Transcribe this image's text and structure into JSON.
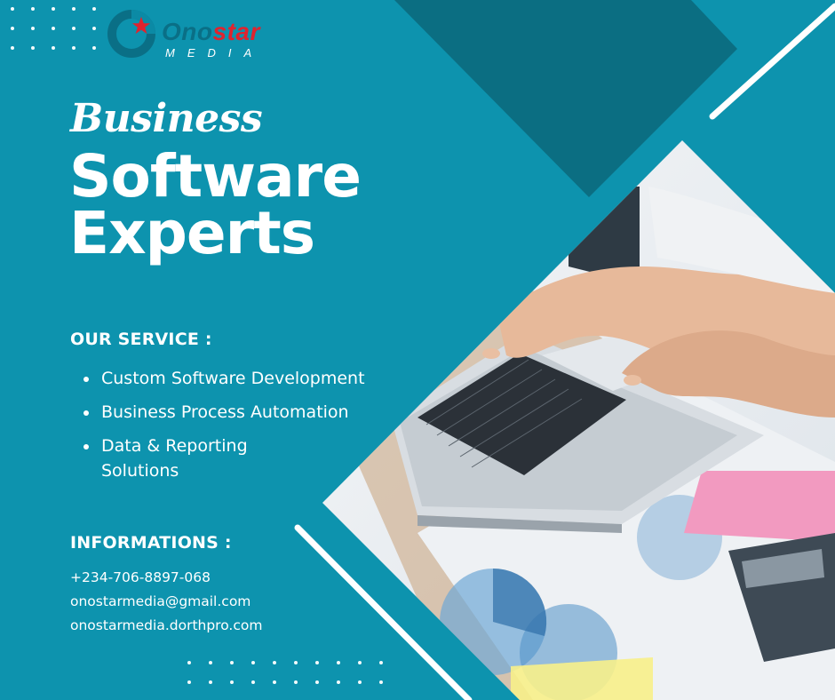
{
  "logo": {
    "brand_part1": "Ono",
    "brand_part2": "star",
    "sub": "MEDIA",
    "icons": [
      "star-icon",
      "ring-icon"
    ]
  },
  "headline": {
    "script": "Business",
    "line1": "Software",
    "line2": "Experts"
  },
  "services": {
    "title": "OUR SERVICE :",
    "items": [
      "Custom Software Development",
      "Business Process Automation",
      "Data & Reporting Solutions"
    ]
  },
  "informations": {
    "title": "INFORMATIONS :",
    "phone": "+234-706-8897-068",
    "email": "onostarmedia@gmail.com",
    "website": "onostarmedia.dorthpro.com"
  },
  "colors": {
    "background": "#0d93ae",
    "dark_teal": "#0b6e82",
    "brand_blue": "#0a6f86",
    "brand_red": "#e0232e",
    "text": "#ffffff"
  }
}
